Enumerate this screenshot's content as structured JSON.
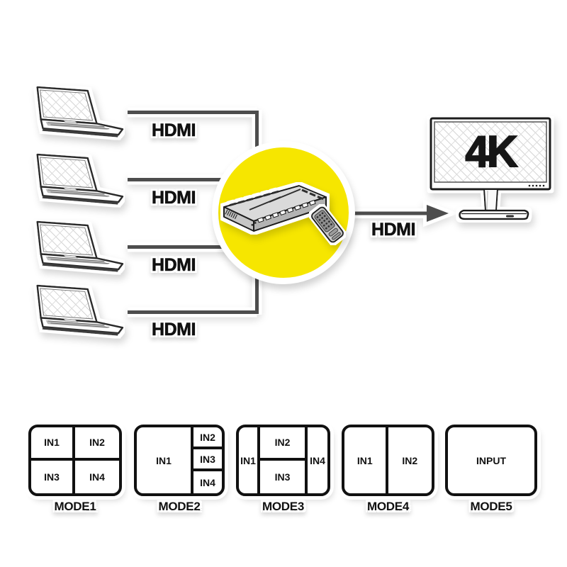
{
  "diagram": {
    "sources": [
      {
        "device": "laptop",
        "cable_label": "HDMI"
      },
      {
        "device": "laptop",
        "cable_label": "HDMI"
      },
      {
        "device": "laptop",
        "cable_label": "HDMI"
      },
      {
        "device": "laptop",
        "cable_label": "HDMI"
      }
    ],
    "hub": {
      "device": "hdmi-multiviewer-switch",
      "accessory": "remote-control"
    },
    "output": {
      "device": "monitor",
      "cable_label": "HDMI",
      "screen_label": "4K"
    }
  },
  "modes": [
    {
      "name": "MODE1",
      "layout": "quad-2x2",
      "cells": [
        "IN1",
        "IN2",
        "IN3",
        "IN4"
      ]
    },
    {
      "name": "MODE2",
      "layout": "main-plus-3-right",
      "cells": [
        "IN1",
        "IN2",
        "IN3",
        "IN4"
      ]
    },
    {
      "name": "MODE3",
      "layout": "sides-plus-2-center",
      "cells": [
        "IN1",
        "IN2",
        "IN3",
        "IN4"
      ]
    },
    {
      "name": "MODE4",
      "layout": "split-1x2",
      "cells": [
        "IN1",
        "IN2"
      ]
    },
    {
      "name": "MODE5",
      "layout": "fullscreen",
      "cells": [
        "INPUT"
      ]
    }
  ],
  "colors": {
    "highlight_yellow": "#F6E600",
    "connector_gray": "#4D4D4D",
    "ink_black": "#111111",
    "background": "#FFFFFF"
  }
}
